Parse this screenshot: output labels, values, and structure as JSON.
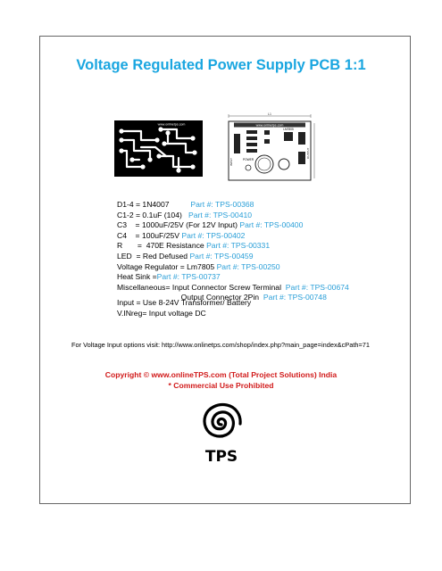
{
  "title": "Voltage Regulated Power Supply PCB 1:1",
  "pcb": {
    "site_text": "www.onlinetps.com"
  },
  "layout": {
    "site_text": "www.onlinetps.com",
    "ic_label": "LM7805",
    "dim_label": "L1",
    "led_label": "POWER",
    "input_label": "INPUT",
    "output_label": "OUTPUT"
  },
  "parts": [
    {
      "label": "D1-4 = 1N4007",
      "part": "Part #: TPS-00368",
      "gap": "          "
    },
    {
      "label": "C1-2 = 0.1uF (104)",
      "part": "Part #: TPS-00410",
      "gap": "   "
    },
    {
      "label": "C3    = 1000uF/25V (For 12V Input)",
      "part": "Part #: TPS-00400",
      "gap": " "
    },
    {
      "label": "C4    = 100uF/25V",
      "part": "Part #: TPS-00402",
      "gap": " "
    },
    {
      "label": "R       =  470E Resistance",
      "part": "Part #: TPS-00331",
      "gap": " "
    },
    {
      "label": "LED  = Red Defused",
      "part": "Part #: TPS-00459",
      "gap": " "
    },
    {
      "label": "Voltage Regulator = Lm7805",
      "part": "Part #: TPS-00250",
      "gap": " "
    },
    {
      "label": "Heat Sink =",
      "part": "Part #: TPS-00737",
      "gap": ""
    },
    {
      "label": "Miscellaneous= Input Connector Screw Terminal",
      "part": "Part #: TPS-00674",
      "gap": "  "
    },
    {
      "label": "                              Output Connector 2Pin",
      "part": "Part #: TPS-00748",
      "gap": "  "
    }
  ],
  "notes": [
    "Input = Use 8-24V Transformer/ Battery",
    "V.INreg= Input voltage DC"
  ],
  "visit_text": "For Voltage Input options visit: http://www.onlinetps.com/shop/index.php?main_page=index&cPath=71",
  "copyright": [
    "Copyright © www.onlineTPS.com (Total Project Solutions) India",
    "* Commercial Use Prohibited"
  ],
  "logo_text": "TPS"
}
